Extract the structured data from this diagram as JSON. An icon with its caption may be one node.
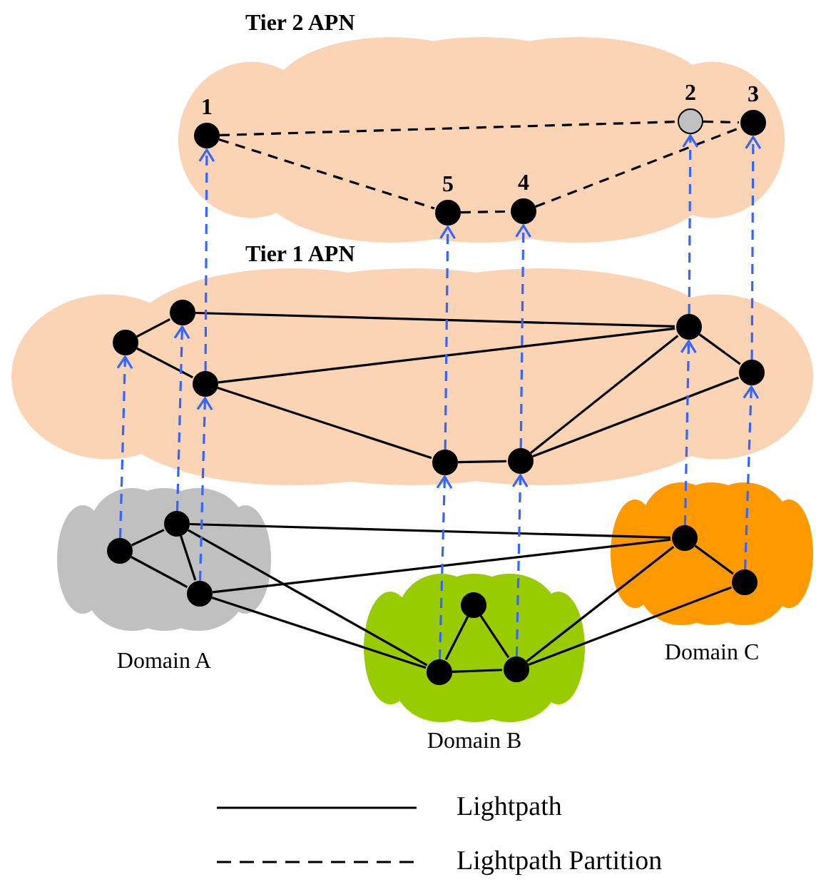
{
  "diagram": {
    "nodes": [
      {
        "text": [
          "Tier 2 APN"
        ]
      },
      {
        "text": [
          "1"
        ],
        "in": 0
      },
      {
        "text": [
          "2"
        ],
        "in": 0
      },
      {
        "text": [
          "3"
        ],
        "in": 0
      },
      {
        "text": [
          "5"
        ],
        "in": 0
      },
      {
        "text": [
          "4"
        ],
        "in": 0
      },
      {
        "text": [
          "Tier 1 APN"
        ]
      },
      {
        "text": [],
        "shape": "circle",
        "in": 6
      },
      {
        "text": [],
        "shape": "circle",
        "in": 6
      },
      {
        "text": [],
        "shape": "circle",
        "in": 6
      },
      {
        "text": [],
        "shape": "circle",
        "in": 6
      },
      {
        "text": [],
        "shape": "circle",
        "in": 6
      },
      {
        "text": [],
        "shape": "circle",
        "in": 6
      },
      {
        "text": [],
        "shape": "circle",
        "in": 6
      },
      {
        "text": [
          "Domain A"
        ]
      },
      {
        "text": [],
        "shape": "circle",
        "in": 14
      },
      {
        "text": [],
        "shape": "circle",
        "in": 14
      },
      {
        "text": [],
        "shape": "circle",
        "in": 14
      },
      {
        "text": [
          "Domain B"
        ]
      },
      {
        "text": [],
        "shape": "circle",
        "in": 18
      },
      {
        "text": [],
        "shape": "circle",
        "in": 18
      },
      {
        "text": [],
        "shape": "circle",
        "in": 18
      },
      {
        "text": [
          "Domain C"
        ]
      },
      {
        "text": [],
        "shape": "circle",
        "in": 22
      },
      {
        "text": [],
        "shape": "circle",
        "in": 22
      }
    ],
    "edges": [
      {
        "from": 1,
        "to": 2,
        "arrow": "none",
        "style": "dashed"
      },
      {
        "from": 2,
        "to": 3,
        "arrow": "none",
        "style": "dashed"
      },
      {
        "from": 1,
        "to": 4,
        "arrow": "none",
        "style": "dashed"
      },
      {
        "from": 4,
        "to": 5,
        "arrow": "none",
        "style": "dashed"
      },
      {
        "from": 5,
        "to": 3,
        "arrow": "none",
        "style": "dashed"
      },
      {
        "from": 7,
        "to": 8,
        "arrow": "none"
      },
      {
        "from": 7,
        "to": 9,
        "arrow": "none"
      },
      {
        "from": 8,
        "to": 12,
        "arrow": "none"
      },
      {
        "from": 9,
        "to": 12,
        "arrow": "none"
      },
      {
        "from": 9,
        "to": 10,
        "arrow": "none"
      },
      {
        "from": 10,
        "to": 11,
        "arrow": "none"
      },
      {
        "from": 11,
        "to": 12,
        "arrow": "none"
      },
      {
        "from": 11,
        "to": 13,
        "arrow": "none"
      },
      {
        "from": 12,
        "to": 13,
        "arrow": "none"
      },
      {
        "from": 15,
        "to": 16,
        "arrow": "none"
      },
      {
        "from": 15,
        "to": 17,
        "arrow": "none"
      },
      {
        "from": 16,
        "to": 17,
        "arrow": "none"
      },
      {
        "from": 16,
        "to": 23,
        "arrow": "none"
      },
      {
        "from": 17,
        "to": 23,
        "arrow": "none"
      },
      {
        "from": 16,
        "to": 20,
        "arrow": "none"
      },
      {
        "from": 17,
        "to": 20,
        "arrow": "none"
      },
      {
        "from": 19,
        "to": 20,
        "arrow": "none"
      },
      {
        "from": 19,
        "to": 21,
        "arrow": "none"
      },
      {
        "from": 20,
        "to": 21,
        "arrow": "none"
      },
      {
        "from": 21,
        "to": 23,
        "arrow": "none"
      },
      {
        "from": 21,
        "to": 24,
        "arrow": "none"
      },
      {
        "from": 23,
        "to": 24,
        "arrow": "none"
      },
      {
        "from": 15,
        "to": 7,
        "arrow": "to",
        "style": "dashed",
        "color": "#3366ff"
      },
      {
        "from": 16,
        "to": 8,
        "arrow": "to",
        "style": "dashed",
        "color": "#3366ff"
      },
      {
        "from": 17,
        "to": 9,
        "arrow": "to",
        "style": "dashed",
        "color": "#3366ff"
      },
      {
        "from": 20,
        "to": 10,
        "arrow": "to",
        "style": "dashed",
        "color": "#3366ff"
      },
      {
        "from": 21,
        "to": 11,
        "arrow": "to",
        "style": "dashed",
        "color": "#3366ff"
      },
      {
        "from": 23,
        "to": 12,
        "arrow": "to",
        "style": "dashed",
        "color": "#3366ff"
      },
      {
        "from": 24,
        "to": 13,
        "arrow": "to",
        "style": "dashed",
        "color": "#3366ff"
      },
      {
        "from": 9,
        "to": 1,
        "arrow": "to",
        "style": "dashed",
        "color": "#3366ff"
      },
      {
        "from": 10,
        "to": 4,
        "arrow": "to",
        "style": "dashed",
        "color": "#3366ff"
      },
      {
        "from": 11,
        "to": 5,
        "arrow": "to",
        "style": "dashed",
        "color": "#3366ff"
      },
      {
        "from": 12,
        "to": 2,
        "arrow": "to",
        "style": "dashed",
        "color": "#3366ff"
      },
      {
        "from": 13,
        "to": 3,
        "arrow": "to",
        "style": "dashed",
        "color": "#3366ff"
      }
    ],
    "legend": [
      {
        "text": "Lightpath"
      },
      {
        "text": "Lightpath Partition"
      }
    ]
  }
}
